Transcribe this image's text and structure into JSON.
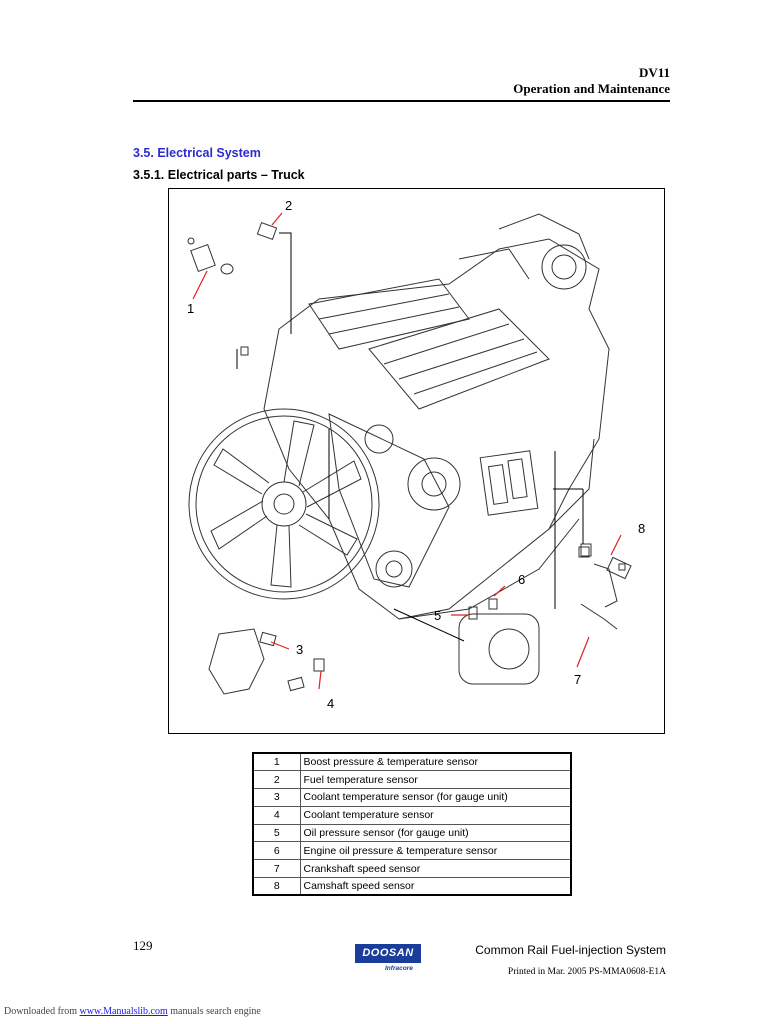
{
  "header": {
    "model": "DV11",
    "subtitle": "Operation and Maintenance"
  },
  "section_title": "3.5. Electrical System",
  "subsection_title": "3.5.1. Electrical parts – Truck",
  "figure": {
    "callouts": [
      "1",
      "2",
      "3",
      "4",
      "5",
      "6",
      "7",
      "8"
    ]
  },
  "parts": [
    {
      "num": "1",
      "name": "Boost pressure & temperature sensor"
    },
    {
      "num": "2",
      "name": "Fuel temperature sensor"
    },
    {
      "num": "3",
      "name": "Coolant temperature sensor (for gauge unit)"
    },
    {
      "num": "4",
      "name": "Coolant temperature sensor"
    },
    {
      "num": "5",
      "name": "Oil pressure sensor (for gauge unit)"
    },
    {
      "num": "6",
      "name": "Engine oil pressure & temperature sensor"
    },
    {
      "num": "7",
      "name": "Crankshaft speed sensor"
    },
    {
      "num": "8",
      "name": "Camshaft speed sensor"
    }
  ],
  "footer": {
    "page_number": "129",
    "doc_title": "Common Rail Fuel-injection System",
    "printed": "Printed in Mar. 2005   PS-MMA0608-E1A",
    "logo_text": "DOOSAN",
    "logo_sub": "Infracore"
  },
  "download_note": {
    "prefix": "Downloaded from ",
    "link": "www.Manualslib.com",
    "suffix": "  manuals search engine"
  },
  "colors": {
    "section_title": "#2b2bd0",
    "callout_line": "#e02020",
    "logo": "#1a3c9a"
  }
}
